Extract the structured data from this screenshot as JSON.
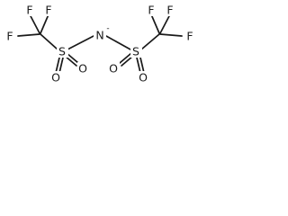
{
  "structure": {
    "atoms": {
      "f_left_top_left": "F",
      "f_left_top_right": "F",
      "f_left_side": "F",
      "s_left": "S",
      "o_left_1": "O",
      "o_left_2": "O",
      "n_center": "N",
      "n_charge": "-",
      "s_right": "S",
      "o_right_1": "O",
      "o_right_2": "O",
      "f_right_top_left": "F",
      "f_right_top_right": "F",
      "f_right_side": "F"
    }
  }
}
